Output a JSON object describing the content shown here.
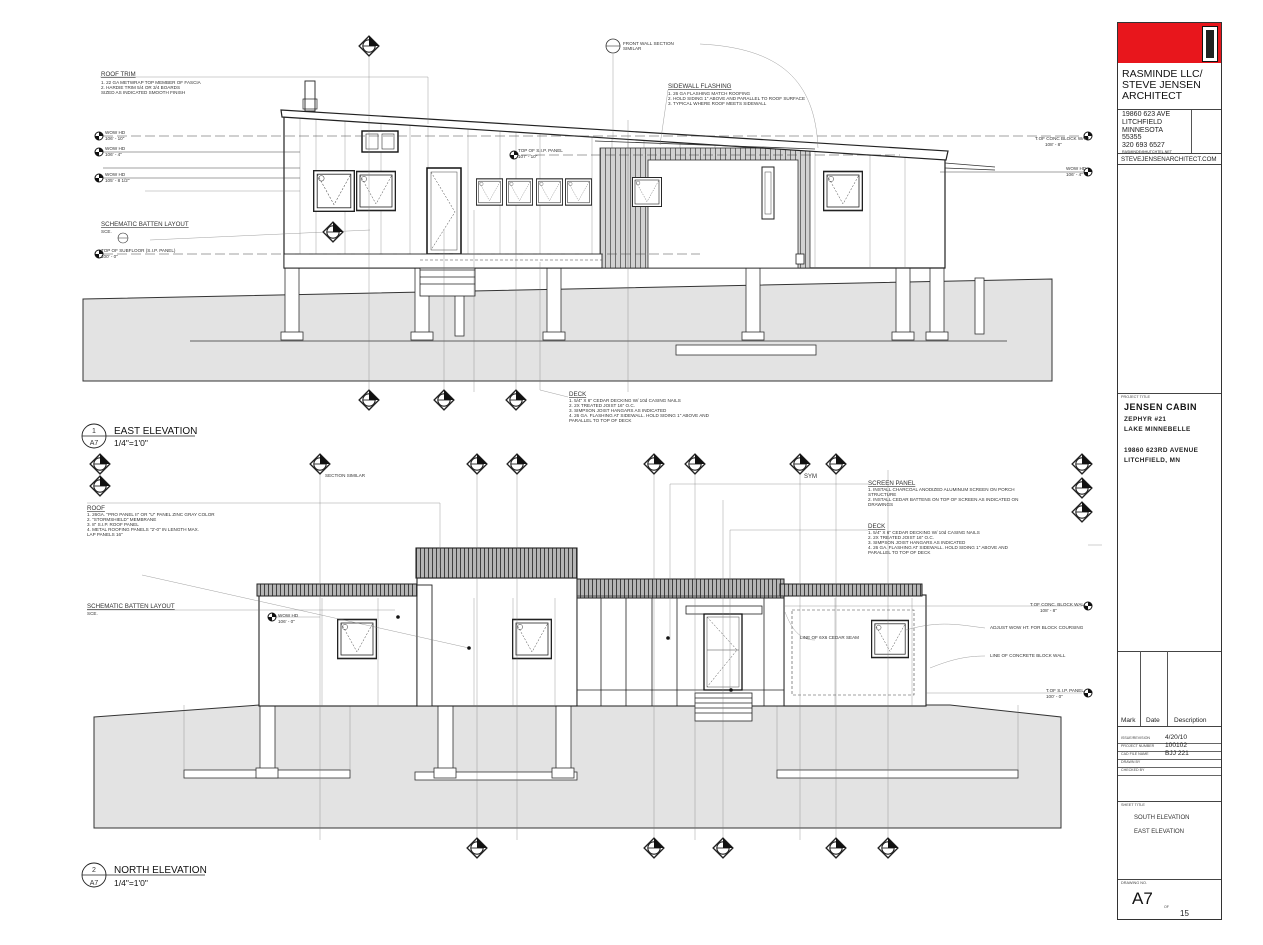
{
  "views": {
    "east": {
      "number": "1",
      "sheet": "A7",
      "title": "EAST ELEVATION",
      "scale": "1/4\"=1'0\"",
      "notes": {
        "roof_trim": {
          "heading": "ROOF TRIM",
          "lines": [
            "1.    22 GA METWRAP TOP MEMBER OF FASCIA",
            "2.    HARDIE TRIM 5/4  OR 3/4 BOARDS",
            "      SIZED AS INDICATED SMOOTH FINISH"
          ]
        },
        "sidewall_flashing": {
          "heading": "SIDEWALL FLASHING",
          "lines": [
            "1.    26 GA FLASHING MATCH ROOFING",
            "2.    HOLD SIDING 1\" ABOVE AND PARALLEL TO ROOF SURFACE",
            "3.    TYPICAL WHERE ROOF MEETS SIDEWALL"
          ]
        },
        "front_wall_section": [
          "FRONT WALL SECTION",
          "SIMILAR"
        ],
        "batten": {
          "heading": "SCHEMATIC BATTEN LAYOUT",
          "sub": "SCE."
        },
        "deck": {
          "heading": "DECK",
          "lines": [
            "1.    5/4\" X 6\" CEDAR DECKING W/ 10d CASING NAILS",
            "2.    2X TREATED JOIST  16\" O.C.",
            "3.    SIMPSON JOIST HANGARS AS INDICATED",
            "4.    26 GA. FLASHING AT SIDEWALL. HOLD SIDING 1\" ABOVE AND",
            "      PARALLEL TO TOP OF DECK"
          ]
        }
      },
      "levels_left": [
        {
          "label": "WOW HD",
          "value": "106' - 10\""
        },
        {
          "label": "WOW HD",
          "value": "106' - 4\""
        },
        {
          "label": "WOW HD",
          "value": "105' - 8 1/2\""
        },
        {
          "label": "TOP OF SUBFLOOR (S.I.P. PANEL)",
          "value": "100' - 0\""
        }
      ],
      "level_mid": {
        "label": "TOP OF S.I.P. PANEL",
        "value": "107' - 10\""
      },
      "levels_right": [
        {
          "label": "T.OF CONC BLOCK WALL",
          "value": "108' - 8\""
        },
        {
          "label": "WOW HD",
          "value": "106' - 4\""
        }
      ]
    },
    "north": {
      "number": "2",
      "sheet": "A7",
      "title": "NORTH ELEVATION",
      "scale": "1/4\"=1'0\"",
      "notes": {
        "section_similar": "SECTION SIMILAR",
        "sym": "SYM",
        "roof": {
          "heading": "ROOF",
          "lines": [
            "1.    26GA. \"PRO PANEL II\" OR \"U\" PANEL ZINC GRAY COLOR",
            "2.    \"STORMSHIELD\" MEMBRANE",
            "3.    8\" S.I.P. ROOF PANEL",
            "4.    METAL ROOFING PANELS \"2'-0\" IN LENGTH MAX.",
            "      LAP PANELS 16\""
          ]
        },
        "screen_panel": {
          "heading": "SCREEN PANEL",
          "lines": [
            "1.    INSTALL CHARCOAL ANODIZED ALUMINUM SCREEN ON PORCH",
            "      STRUCTURE",
            "2.    INSTALL CEDAR BATTENS ON TOP OF SCREEN AS INDICATED ON",
            "      DRAWINGS"
          ]
        },
        "deck": {
          "heading": "DECK",
          "lines": [
            "1.    5/4\" X 6\" CEDAR DECKING W/ 10d CASING NAILS",
            "2.    2X TREATED JOIST  16\" O.C.",
            "3.    SIMPSON JOIST HANGARS AS INDICATED",
            "4.    26 GA. FLASHING AT SIDEWALL. HOLD SIDING 1\" ABOVE AND",
            "      PARALLEL TO TOP OF DECK"
          ]
        },
        "batten": {
          "heading": "SCHEMATIC BATTEN LAYOUT",
          "sub": "SCE."
        },
        "wow_hd": {
          "label": "WOW HD",
          "value": "106' - 0\""
        },
        "cedar_seam": "LINE OF 6X6 CEDAR SEAM",
        "adjust_wow": "ADJUST WOW HT. FOR BLOCK COURSING",
        "concrete_line": "LINE OF CONCRETE BLOCK WALL",
        "t_conc": {
          "label": "T.OF CONC. BLOCK WALL",
          "value": "108' - 8\""
        },
        "t_sip": {
          "label": "T.OF S.I.P. PANEL",
          "value": "100' - 0\""
        }
      }
    }
  },
  "title_block": {
    "firm": [
      "RASMINDE LLC/",
      "STEVE JENSEN",
      "ARCHITECT"
    ],
    "address": [
      "19860 623 AVE",
      "LITCHFIELD",
      "MINNESOTA",
      "55355",
      "320 693 6527"
    ],
    "email": "RASMINDE@HUTCHTEL.NET",
    "website": "STEVEJENSENARCHITECT.COM",
    "project_title_caption": "PROJECT TITLE",
    "project_title": "JENSEN CABIN",
    "project_lines": [
      "ZEPHYR #21",
      "LAKE MINNEBELLE"
    ],
    "project_address": [
      "19860 623RD AVENUE",
      "LITCHFIELD, MN"
    ],
    "revision_headers": [
      "Mark",
      "Date",
      "Description"
    ],
    "fields": [
      {
        "key": "ISSUE/REVISION",
        "value": "4/20/10"
      },
      {
        "key": "PROJECT NUMBER",
        "value": "100102"
      },
      {
        "key": "CAD FILE NAME",
        "value": "BJJ 221"
      },
      {
        "key": "DRAWN BY",
        "value": ""
      },
      {
        "key": "CHECKED BY",
        "value": ""
      }
    ],
    "sheet_title_caption": "SHEET TITLE",
    "sheet_titles": [
      "SOUTH ELEVATION",
      "EAST ELEVATION"
    ],
    "drawing_no_caption": "DRAWING NO.",
    "drawing_no": "A7",
    "of_caption": "OF",
    "total_sheets": "15"
  },
  "colors": {
    "accent_red": "#e8161c",
    "line": "#333333",
    "ground": "#e3e3e3",
    "roof_fill": "#aaaaaa"
  }
}
